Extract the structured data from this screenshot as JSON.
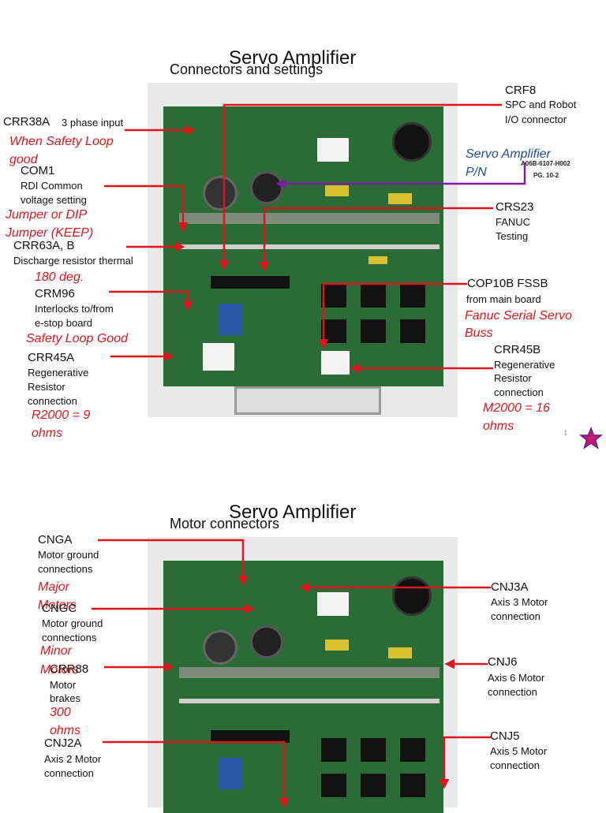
{
  "slide1": {
    "title": "Servo Amplifier",
    "subtitle": "Connectors and settings",
    "labels": {
      "crr38a_name": "CRR38A",
      "crr38a_desc": "3 phase input",
      "crr38a_note": "When Safety Loop",
      "crr38a_note2": "good",
      "com1_name": "COM1",
      "com1_desc1": "RDI Common",
      "com1_desc2": "voltage setting",
      "com1_note1": "Jumper or DIP",
      "com1_note2": "Jumper (KEEP)",
      "crr63_name": "CRR63A, B",
      "crr63_desc": "Discharge resistor thermal",
      "crr63_note": "180 deg.",
      "crm96_name": "CRM96",
      "crm96_desc1": "Interlocks to/from",
      "crm96_desc2": "e-stop board",
      "crm96_note": "Safety Loop Good",
      "crr45a_name": "CRR45A",
      "crr45a_desc1": "Regenerative",
      "crr45a_desc2": "Resistor",
      "crr45a_desc3": "connection",
      "crr45a_note1": "R2000  = 9",
      "crr45a_note2": "ohms",
      "crf8_name": "CRF8",
      "crf8_desc1": "SPC and Robot",
      "crf8_desc2": "I/O connector",
      "pn_note1": "Servo  Amplifier",
      "pn_note2": "P/N",
      "pn_part": "A06B-6107-H002",
      "pn_page": "PG. 10-2",
      "crs23_name": "CRS23",
      "crs23_desc1": "FANUC",
      "crs23_desc2": "Testing",
      "cop10b_name": "COP10B   FSSB",
      "cop10b_desc": "from main board",
      "cop10b_note1": "Fanuc Serial Servo",
      "cop10b_note2": "Buss",
      "crr45b_name": "CRR45B",
      "crr45b_desc1": "Regenerative",
      "crr45b_desc2": "Resistor",
      "crr45b_desc3": "connection",
      "crr45b_note1": "M2000  = 16",
      "crr45b_note2": "ohms",
      "page_number": "1"
    }
  },
  "slide2": {
    "title": "Servo Amplifier",
    "subtitle": "Motor connectors",
    "labels": {
      "cnga_name": "CNGA",
      "cnga_desc1": "Motor ground",
      "cnga_desc2": "connections",
      "cnga_note1": "Major",
      "cnga_note2": "Motors",
      "cngc_name": "CNGC",
      "cngc_desc1": "Motor ground",
      "cngc_desc2": "connections",
      "cngc_note1": "Minor",
      "cngc_note2": "Motors",
      "crr88_name": "CRR88",
      "crr88_desc1": "Motor",
      "crr88_desc2": "brakes",
      "crr88_note1": "300",
      "crr88_note2": "ohms",
      "cnj2a_name": "CNJ2A",
      "cnj2a_desc1": "Axis 2 Motor",
      "cnj2a_desc2": "connection",
      "cnj3a_name": "CNJ3A",
      "cnj3a_desc1": "Axis 3 Motor",
      "cnj3a_desc2": "connection",
      "cnj6_name": "CNJ6",
      "cnj6_desc1": "Axis 6 Motor",
      "cnj6_desc2": "connection",
      "cnj5_name": "CNJ5",
      "cnj5_desc1": "Axis 5 Motor",
      "cnj5_desc2": "connection"
    }
  },
  "colors": {
    "arrow_red": "#e0141c",
    "arrow_purple": "#7a1fa0",
    "note_red": "#e0141c",
    "note_blue": "#1f4e9a",
    "star_fill": "#c8176e",
    "board_green": "#2b6b35"
  },
  "icons": {
    "star": "star-icon"
  }
}
